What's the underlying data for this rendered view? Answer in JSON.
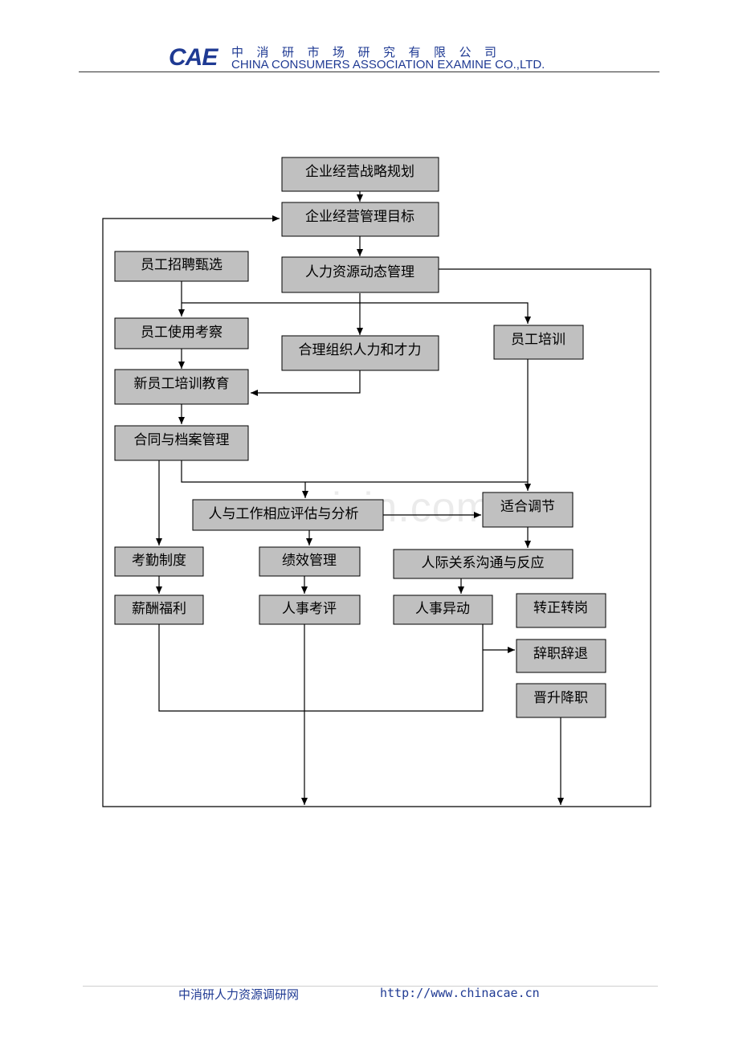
{
  "header": {
    "logo": "CAE",
    "company_cn": "中消研市场研究有限公司",
    "company_en": "CHINA CONSUMERS ASSOCIATION EXAMINE CO.,LTD.",
    "accent_color": "#1f3a93"
  },
  "watermark": "www.zixin.com.cn",
  "flow": {
    "box_fill": "#c0c0c0",
    "nodes": {
      "strategy": "企业经营战略规划",
      "goal": "企业经营管理目标",
      "dynamic": "人力资源动态管理",
      "recruit": "员工招聘甄选",
      "use_review": "员工使用考察",
      "organize": "合理组织人力和才力",
      "training": "员工培训",
      "new_training": "新员工培训教育",
      "contract": "合同与档案管理",
      "assessment": "人与工作相应评估与分析",
      "adjust": "适合调节",
      "attendance": "考勤制度",
      "performance": "绩效管理",
      "communication": "人际关系沟通与反应",
      "salary": "薪酬福利",
      "appraisal": "人事考评",
      "change": "人事异动",
      "transfer": "转正转岗",
      "dismiss": "辞职辞退",
      "promote": "晋升降职"
    }
  },
  "footer": {
    "site_name": "中消研人力资源调研网",
    "url": "http://www.chinacae.cn"
  }
}
